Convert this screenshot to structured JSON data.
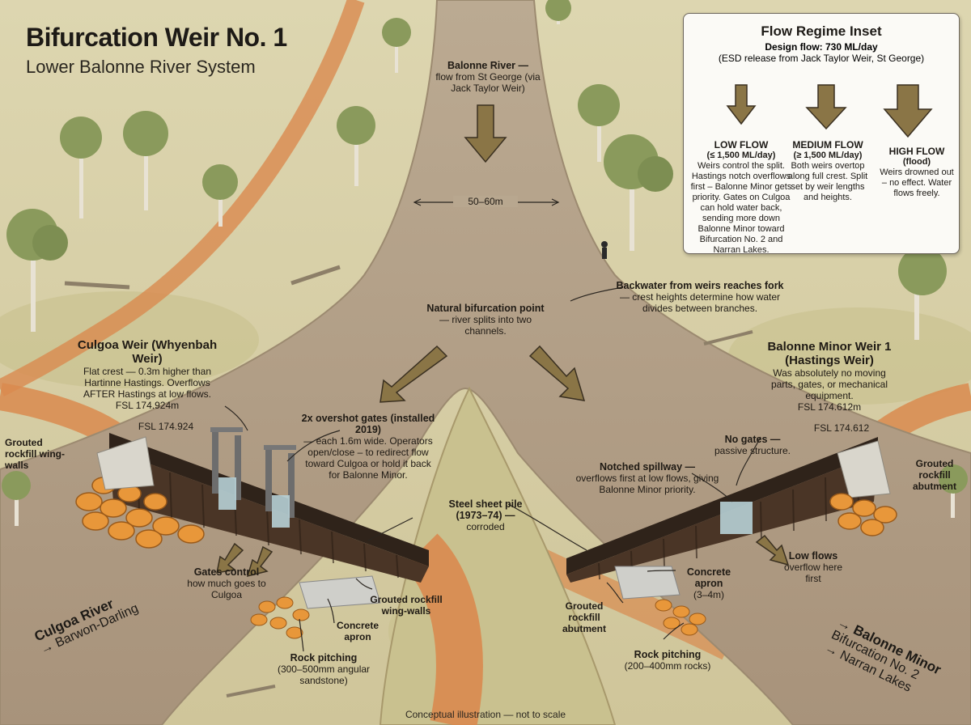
{
  "title": "Bifurcation Weir No. 1",
  "subtitle": "Lower Balonne River System",
  "footnote": "Conceptual illustration — not to scale",
  "inset": {
    "title": "Flow Regime Inset",
    "design_flow": "Design flow: 730 ML/day",
    "design_source": "(ESD release from Jack Taylor Weir, St George)",
    "regimes": [
      {
        "name": "LOW FLOW",
        "range": "(≤ 1,500 ML/day)",
        "desc": "Weirs control the split. Hastings notch overflows first – Balonne Minor gets priority. Gates on Culgoa can hold water back, sending more down Balonne Minor toward Bifurcation No. 2 and Narran Lakes."
      },
      {
        "name": "MEDIUM FLOW",
        "range": "(≥ 1,500 ML/day)",
        "desc": "Both weirs overtop along full crest. Split set by weir lengths and heights."
      },
      {
        "name": "HIGH FLOW",
        "range": "(flood)",
        "desc": "Weirs drowned out – no effect. Water flows freely."
      }
    ]
  },
  "labels": {
    "balonne_river": {
      "head": "Balonne River —",
      "body": "flow from St George (via Jack Taylor Weir)"
    },
    "width": "50–60m",
    "backwater": {
      "head": "Backwater from weirs reaches fork",
      "body": "— crest heights determine how water divides between branches."
    },
    "natural_point": {
      "head": "Natural bifurcation point",
      "body": "— river splits into two channels."
    },
    "culgoa_weir": {
      "head": "Culgoa Weir (Whyenbah Weir)",
      "body": "Flat crest — 0.3m higher than Hartinne Hastings. Overflows AFTER Hastings at low flows.",
      "fsl": "FSL 174.924m"
    },
    "fsl_left": "FSL 174.924",
    "minor_weir": {
      "head": "Balonne Minor Weir 1 (Hastings Weir)",
      "body": "Was absolutely no moving parts, gates, or mechanical equipment.",
      "fsl": "FSL 174.612m"
    },
    "fsl_right": "FSL 174.612",
    "wingwalls_left": "Grouted rockfill wing-walls",
    "gates": {
      "head": "2x overshot gates (installed 2019)",
      "body": "— each 1.6m wide. Operators open/close – to redirect flow toward Culgoa or hold it back for Balonne Minor."
    },
    "no_gates": {
      "head": "No gates —",
      "body": "passive structure."
    },
    "grouted_abutment_right": "Grouted rockfill abutment",
    "notched": {
      "head": "Notched spillway —",
      "body": "overflows first at low flows, giving Balonne Minor priority."
    },
    "steel_pile": {
      "head": "Steel sheet pile (1973–74) —",
      "body": "corroded"
    },
    "gates_control": {
      "head": "Gates control",
      "body": "how much goes to Culgoa"
    },
    "grouted_wing_center": "Grouted rockfill wing-walls",
    "concrete_apron_left": "Concrete apron",
    "rock_pitching_left": {
      "head": "Rock pitching",
      "body": "(300–500mm angular sandstone)"
    },
    "low_flows": {
      "head": "Low flows",
      "body": "overflow here first"
    },
    "concrete_apron_right": {
      "head": "Concrete apron",
      "body": "(3–4m)"
    },
    "grouted_abutment_center": "Grouted rockfill abutment",
    "rock_pitching_right": {
      "head": "Rock pitching",
      "body": "(200–400mm rocks)"
    }
  },
  "destinations": {
    "culgoa": {
      "name": "Culgoa River",
      "to": "→ Barwon-Darling"
    },
    "minor": {
      "name": "→ Balonne Minor",
      "to": "Bifurcation No. 2",
      "to2": "→ Narran Lakes"
    }
  },
  "colors": {
    "water": "#b09c86",
    "land": "#d6cd9f",
    "bank": "#c7b384",
    "track": "#d98a4f",
    "steel": "#3b2a20",
    "rock": "#e8973a",
    "arrow": "#8a7546"
  }
}
